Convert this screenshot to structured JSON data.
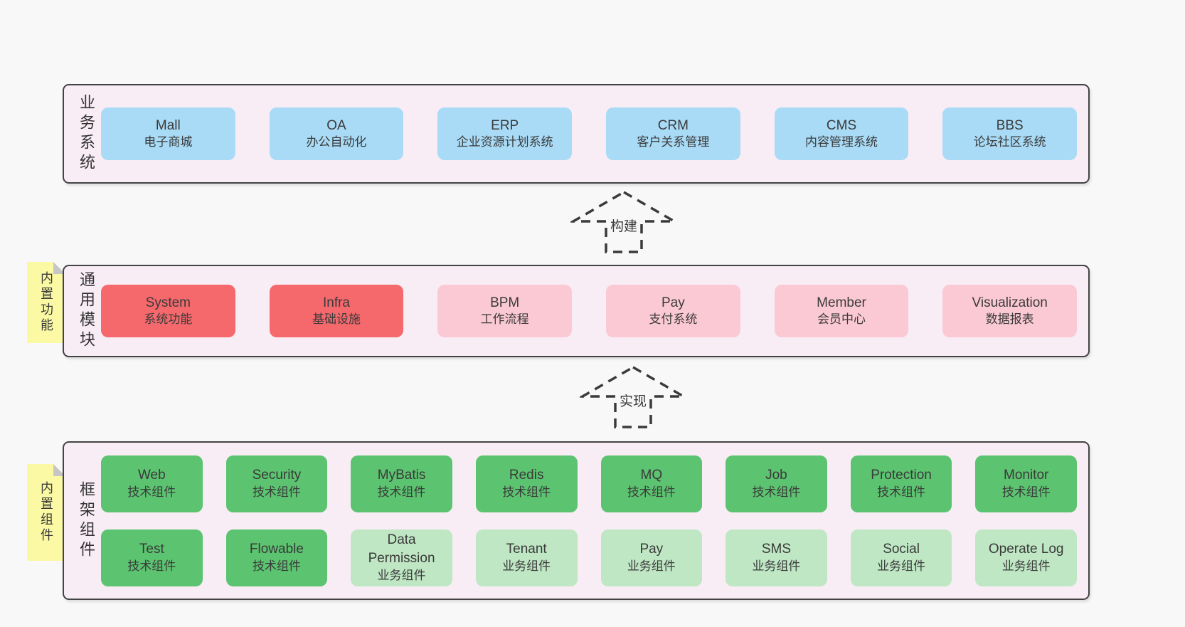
{
  "palette": {
    "pageBg": "#f8f8f8",
    "bandBg": "#f8edf5",
    "bandBorder": "#434343",
    "blue": "#a9dbf6",
    "red": "#f5696d",
    "pink": "#fbc9d4",
    "green": "#5cc370",
    "lightgreen": "#bfe7c4",
    "sticky": "#fbf9a3",
    "stickyFold": "#c6c6c6",
    "text": "#3a3a3a"
  },
  "arrows": [
    {
      "label": "构建"
    },
    {
      "label": "实现"
    }
  ],
  "layers": [
    {
      "label_vertical": "业务系统",
      "boxes": [
        {
          "name": "Mall",
          "desc": "电子商城"
        },
        {
          "name": "OA",
          "desc": "办公自动化"
        },
        {
          "name": "ERP",
          "desc": "企业资源计划系统"
        },
        {
          "name": "CRM",
          "desc": "客户关系管理"
        },
        {
          "name": "CMS",
          "desc": "内容管理系统"
        },
        {
          "name": "BBS",
          "desc": "论坛社区系统"
        }
      ]
    },
    {
      "label_vertical": "通用模块",
      "sticky": "内置功能",
      "boxes": [
        {
          "name": "System",
          "desc": "系统功能"
        },
        {
          "name": "Infra",
          "desc": "基础设施"
        },
        {
          "name": "BPM",
          "desc": "工作流程"
        },
        {
          "name": "Pay",
          "desc": "支付系统"
        },
        {
          "name": "Member",
          "desc": "会员中心"
        },
        {
          "name": "Visualization",
          "desc": "数据报表"
        }
      ]
    },
    {
      "label_vertical": "框架组件",
      "sticky": "内置组件",
      "rows": [
        [
          {
            "name": "Web",
            "desc": "技术组件"
          },
          {
            "name": "Security",
            "desc": "技术组件"
          },
          {
            "name": "MyBatis",
            "desc": "技术组件"
          },
          {
            "name": "Redis",
            "desc": "技术组件"
          },
          {
            "name": "MQ",
            "desc": "技术组件"
          },
          {
            "name": "Job",
            "desc": "技术组件"
          },
          {
            "name": "Protection",
            "desc": "技术组件"
          },
          {
            "name": "Monitor",
            "desc": "技术组件"
          }
        ],
        [
          {
            "name": "Test",
            "desc": "技术组件"
          },
          {
            "name": "Flowable",
            "desc": "技术组件"
          },
          {
            "name": "Data Permission",
            "desc": "业务组件"
          },
          {
            "name": "Tenant",
            "desc": "业务组件"
          },
          {
            "name": "Pay",
            "desc": "业务组件"
          },
          {
            "name": "SMS",
            "desc": "业务组件"
          },
          {
            "name": "Social",
            "desc": "业务组件"
          },
          {
            "name": "Operate Log",
            "desc": "业务组件"
          }
        ]
      ]
    }
  ]
}
